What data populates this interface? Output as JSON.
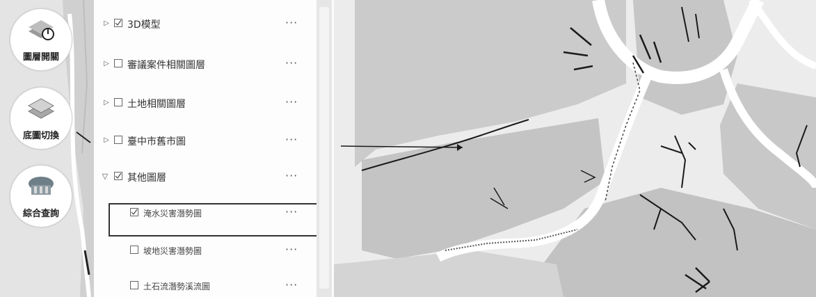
{
  "toolbar": {
    "layers_label": "圖層開關",
    "basemap_label": "底圖切換",
    "query_label": "綜合查詢"
  },
  "layers": {
    "model3d": {
      "label": "3D模型",
      "checked": true,
      "expanded": false
    },
    "review": {
      "label": "審議案件相關圖層",
      "checked": false,
      "expanded": false
    },
    "land": {
      "label": "土地相關圖層",
      "checked": false,
      "expanded": false
    },
    "city": {
      "label": "臺中市舊市圖",
      "checked": false,
      "expanded": false
    },
    "other": {
      "label": "其他圖層",
      "checked": true,
      "expanded": true,
      "children": [
        {
          "label": "淹水災害潛勢圖",
          "checked": true
        },
        {
          "label": "坡地災害潛勢圖",
          "checked": false
        },
        {
          "label": "土石流潛勢溪流圖",
          "checked": false
        }
      ]
    },
    "more_label": "···"
  },
  "colors": {
    "map_land": "#c8c8c8",
    "map_river": "#ffffff",
    "stream": "#1a1a1a",
    "highlight_box": "#333333"
  }
}
